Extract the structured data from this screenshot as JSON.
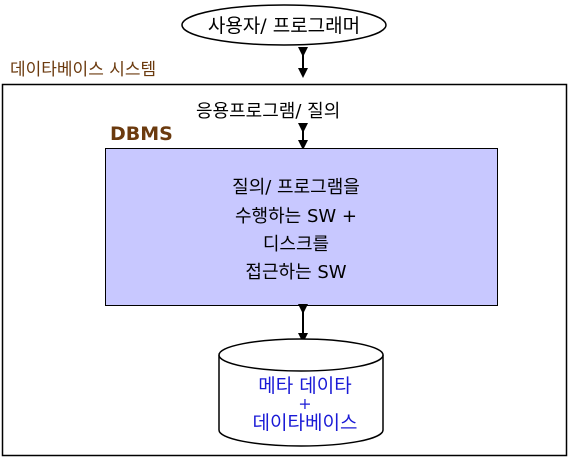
{
  "user_node": {
    "label": "사용자/ 프로그래머"
  },
  "system_boundary": {
    "label": "데이타베이스 시스템"
  },
  "interface_label": "응용프로그램/ 질의",
  "dbms": {
    "label": "DBMS",
    "description_lines": [
      "질의/ 프로그램을",
      "수행하는 SW +",
      "디스크를",
      "접근하는 SW"
    ]
  },
  "storage": {
    "lines": [
      "메타 데이타",
      "+",
      "데이타베이스"
    ]
  },
  "colors": {
    "dbms_fill": "#c8c8ff",
    "dbms_label": "#6b3a0e",
    "system_label": "#6b3a0e",
    "storage_text": "#1a1ad6",
    "stroke": "#000000"
  }
}
